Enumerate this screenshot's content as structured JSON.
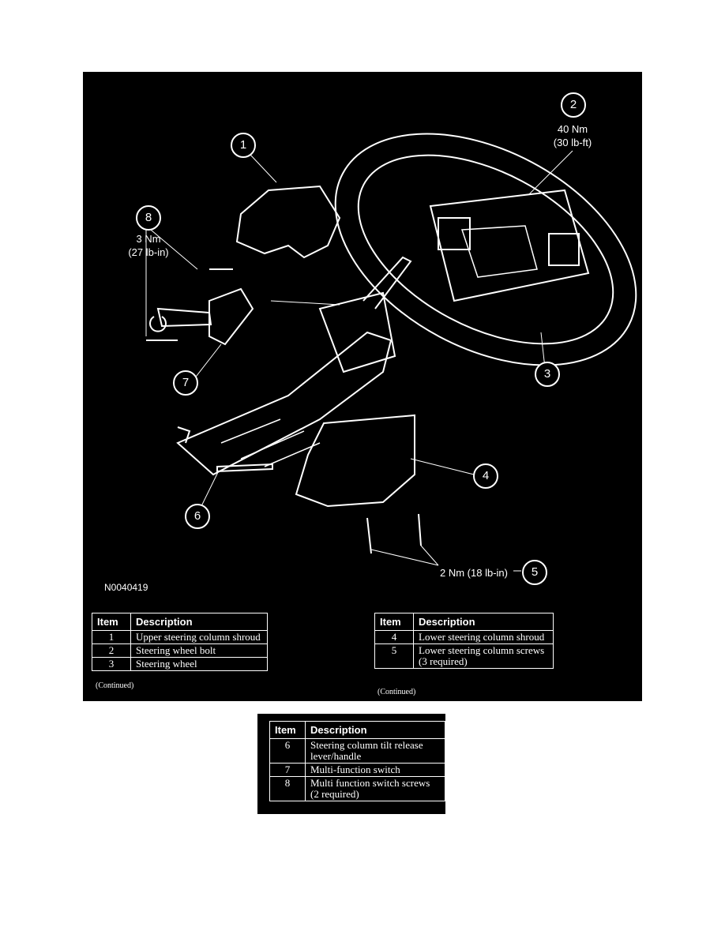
{
  "diagram": {
    "image_code": "N0040419",
    "callouts": [
      "1",
      "2",
      "3",
      "4",
      "5",
      "6",
      "7",
      "8"
    ],
    "torques": {
      "item2": [
        "40 Nm",
        "(30 lb-ft)"
      ],
      "item8": [
        "3 Nm",
        "(27 lb-in)"
      ],
      "item5": "2 Nm (18 lb-in)"
    }
  },
  "tables": {
    "header": {
      "item": "Item",
      "description": "Description"
    },
    "continued": "(Continued)",
    "table1": [
      {
        "item": "1",
        "description": "Upper steering column shroud"
      },
      {
        "item": "2",
        "description": "Steering wheel bolt"
      },
      {
        "item": "3",
        "description": "Steering wheel"
      }
    ],
    "table2": [
      {
        "item": "4",
        "description": "Lower steering column shroud"
      },
      {
        "item": "5",
        "description": "Lower steering column screws (3 required)"
      }
    ],
    "table3": [
      {
        "item": "6",
        "description": "Steering column tilt release lever/handle"
      },
      {
        "item": "7",
        "description": "Multi-function switch"
      },
      {
        "item": "8",
        "description": "Multi function switch screws (2 required)"
      }
    ]
  },
  "colors": {
    "background": "#000000",
    "foreground": "#ffffff"
  }
}
